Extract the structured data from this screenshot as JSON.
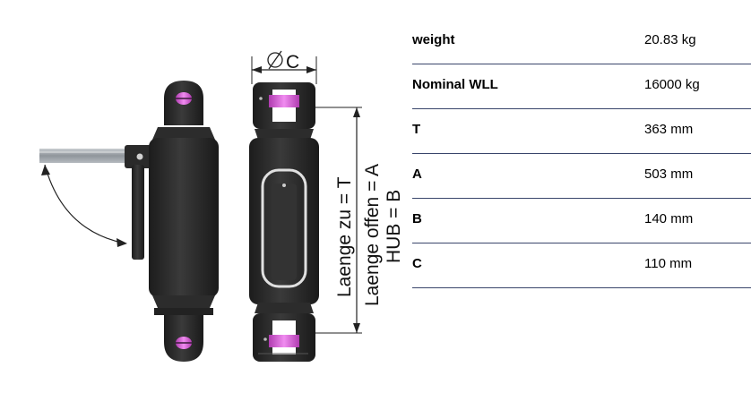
{
  "drawing": {
    "dim_c_label": "C",
    "dim_t_label": "Laenge zu = T",
    "dim_a_label": "Laenge offen = A",
    "dim_b_label": "HUB = B",
    "colors": {
      "body": "#2a2a2a",
      "pin": "#d94fd6",
      "handle": "#a9aeb3"
    }
  },
  "specs": [
    {
      "label": "weight",
      "value": "20.83 kg"
    },
    {
      "label": "Nominal WLL",
      "value": "16000 kg"
    },
    {
      "label": "T",
      "value": "363 mm"
    },
    {
      "label": "A",
      "value": "503 mm"
    },
    {
      "label": "B",
      "value": "140 mm"
    },
    {
      "label": "C",
      "value": "110 mm"
    }
  ]
}
